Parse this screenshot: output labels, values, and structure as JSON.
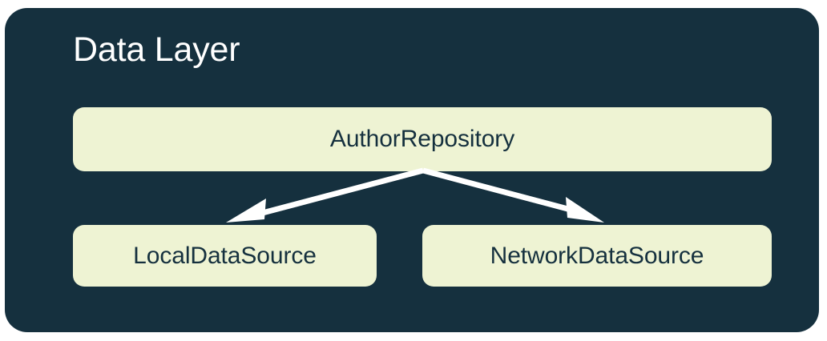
{
  "diagram": {
    "title": "Data Layer",
    "colors": {
      "container_bg": "#15303e",
      "node_bg": "#eef3d3",
      "node_text": "#15303e",
      "title_text": "#ffffff",
      "arrow": "#ffffff"
    },
    "nodes": [
      {
        "id": "author-repository",
        "label": "AuthorRepository"
      },
      {
        "id": "local-data-source",
        "label": "LocalDataSource"
      },
      {
        "id": "network-data-source",
        "label": "NetworkDataSource"
      }
    ],
    "edges": [
      {
        "id": "author-repository-to-local-data-source",
        "from": "AuthorRepository",
        "to": "LocalDataSource",
        "arrowhead": "open"
      },
      {
        "id": "author-repository-to-network-data-source",
        "from": "AuthorRepository",
        "to": "NetworkDataSource",
        "arrowhead": "open"
      }
    ]
  }
}
